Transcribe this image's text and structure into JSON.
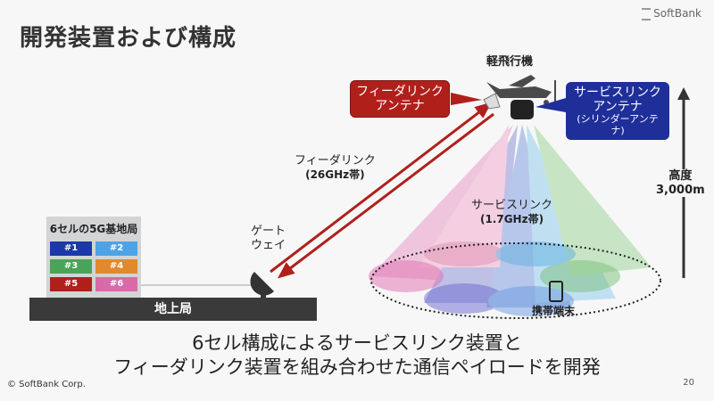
{
  "header": {
    "title": "開発装置および構成",
    "logo": "SoftBank"
  },
  "diagram": {
    "aircraft_label": "軽飛行機",
    "feeder_antenna_callout": [
      "フィーダリンク",
      "アンテナ"
    ],
    "service_antenna_callout": [
      "サービスリンク",
      "アンテナ",
      "(シリンダーアンテナ)"
    ],
    "feeder_link": [
      "フィーダリンク",
      "(26GHz帯)"
    ],
    "service_link": [
      "サービスリンク",
      "(1.7GHz帯)"
    ],
    "altitude": [
      "高度",
      "3,000m"
    ],
    "gateway": [
      "ゲート",
      "ウェイ"
    ],
    "base_station": {
      "title": "6セルの5G基地局",
      "cells": [
        {
          "label": "#1",
          "color": "#1b3aa8"
        },
        {
          "label": "#2",
          "color": "#4da3e6"
        },
        {
          "label": "#3",
          "color": "#4aa457"
        },
        {
          "label": "#4",
          "color": "#e08a2d"
        },
        {
          "label": "#5",
          "color": "#b0201b"
        },
        {
          "label": "#6",
          "color": "#d86aaa"
        }
      ]
    },
    "ground_station": "地上局",
    "terminal": "携帯端末"
  },
  "main_text": [
    "6セル構成によるサービスリンク装置と",
    "フィーダリンク装置を組み合わせた通信ペイロードを開発"
  ],
  "footer": {
    "copyright": "© SoftBank Corp.",
    "page": "20"
  }
}
